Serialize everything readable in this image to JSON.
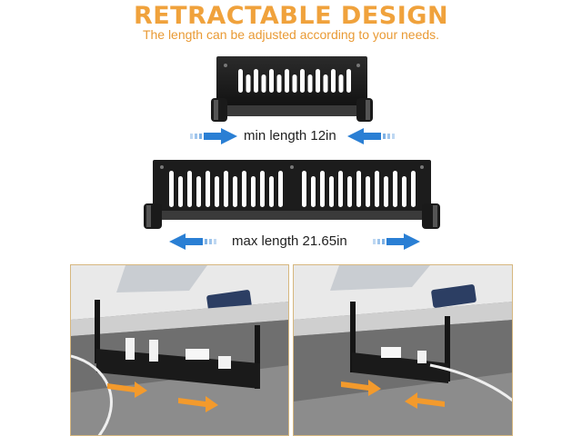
{
  "header": {
    "title": "RETRACTABLE DESIGN",
    "subtitle": "The length can be adjusted according to your needs."
  },
  "min_section": {
    "label": "min length 12in"
  },
  "max_section": {
    "label": "max length 21.65in"
  },
  "photos": [
    {
      "arrow_direction": "expand"
    },
    {
      "arrow_direction": "retract"
    }
  ],
  "colors": {
    "accent_orange": "#f0a23c",
    "arrow_blue": "#2a7fd4",
    "arrow_orange": "#f39a2c",
    "tray_black": "#1c1c1c"
  }
}
